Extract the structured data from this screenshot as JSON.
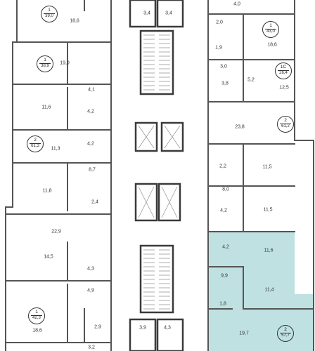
{
  "colors": {
    "wall": "#555555",
    "wall_thick": "#3a3a3a",
    "selected_fill": "#bfe1e1",
    "window": "#999999"
  },
  "apartments": [
    {
      "id": "a1",
      "rooms": "1",
      "area": "39,0",
      "selected": false
    },
    {
      "id": "a2",
      "rooms": "1",
      "area": "38,9",
      "selected": false
    },
    {
      "id": "a3",
      "rooms": "2",
      "area": "61,3",
      "selected": false
    },
    {
      "id": "a4",
      "rooms": "1",
      "area": "42,3",
      "selected": false
    },
    {
      "id": "a5",
      "rooms": "1",
      "area": "43,0",
      "selected": false
    },
    {
      "id": "a6",
      "rooms": "1С",
      "area": "26,4",
      "selected": false
    },
    {
      "id": "a7",
      "rooms": "2",
      "area": "61,2",
      "selected": false
    },
    {
      "id": "a8",
      "rooms": "2",
      "area": "57,7",
      "selected": true
    }
  ],
  "room_labels": [
    "18,6",
    "19,0",
    "4,1",
    "11,6",
    "4,2",
    "4,2",
    "11,3",
    "8,7",
    "11,8",
    "2,4",
    "22,9",
    "14,5",
    "4,3",
    "4,9",
    "18,6",
    "2,9",
    "3,2",
    "3,4",
    "3,4",
    "3,9",
    "4,3",
    "4,0",
    "2,0",
    "18,6",
    "1,9",
    "3,0",
    "3,8",
    "5,2",
    "12,5",
    "23,8",
    "2,2",
    "11,5",
    "8,0",
    "4,2",
    "11,5",
    "4,2",
    "11,6",
    "9,9",
    "11,4",
    "1,8",
    "19,7"
  ]
}
